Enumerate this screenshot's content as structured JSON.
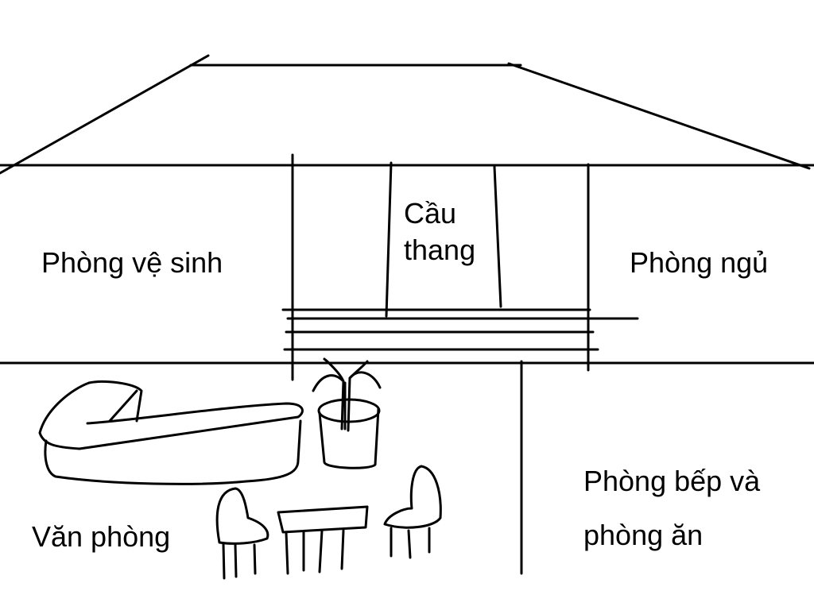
{
  "rooms": {
    "bathroom": "Phòng vệ sinh",
    "stairs_line1": "Cầu",
    "stairs_line2": "thang",
    "bedroom": "Phòng ngủ",
    "office": "Văn phòng",
    "kitchen_line1": "Phòng bếp và",
    "kitchen_line2": "phòng ăn"
  }
}
